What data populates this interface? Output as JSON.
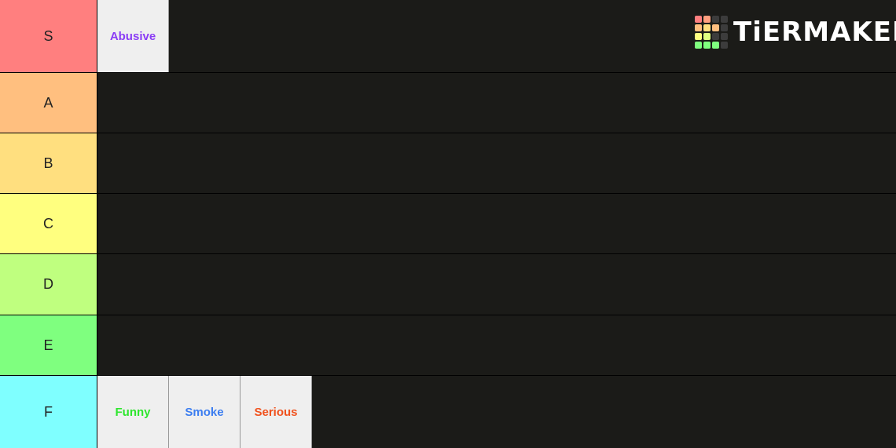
{
  "app": {
    "logo_text": "TiERMAKER",
    "logo_grid_colors": [
      "#ff7f7f",
      "#ff9f7f",
      "#3c3c3c",
      "#3c3c3c",
      "#ffbf7f",
      "#ffdf7f",
      "#ffbf7f",
      "#3c3c3c",
      "#ffff7f",
      "#dfff7f",
      "#3c3c3c",
      "#3c3c3c",
      "#7fff7f",
      "#7fff7f",
      "#7fff7f",
      "#3c3c3c"
    ]
  },
  "tiers": [
    {
      "label": "S",
      "color": "#ff7f7f",
      "items": [
        {
          "text": "Abusive",
          "color": "#8a3cf5"
        }
      ]
    },
    {
      "label": "A",
      "color": "#ffbf7f",
      "items": []
    },
    {
      "label": "B",
      "color": "#ffdf7f",
      "items": []
    },
    {
      "label": "C",
      "color": "#ffff7f",
      "items": []
    },
    {
      "label": "D",
      "color": "#bfff7f",
      "items": []
    },
    {
      "label": "E",
      "color": "#7fff7f",
      "items": []
    },
    {
      "label": "F",
      "color": "#7fffff",
      "items": [
        {
          "text": "Funny",
          "color": "#2ee62e"
        },
        {
          "text": "Smoke",
          "color": "#3b7df0"
        },
        {
          "text": "Serious",
          "color": "#f0521e"
        }
      ]
    }
  ]
}
